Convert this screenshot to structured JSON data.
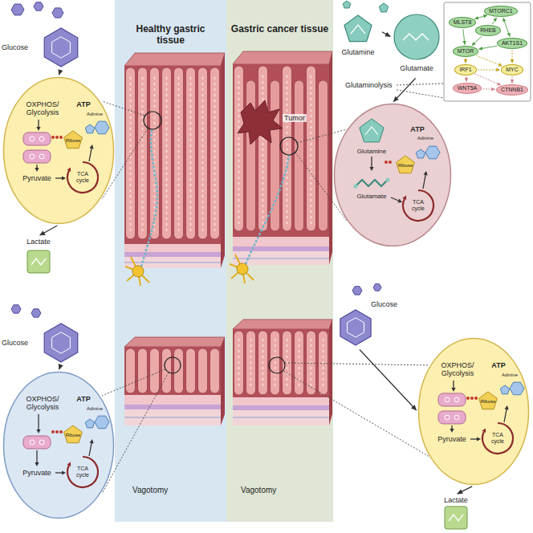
{
  "diagram": {
    "nodes": [
      {
        "text": [
          "Glucose"
        ]
      },
      {
        "text": [
          "OXPHOS/ Glycolysis",
          "ATP",
          "Adinine",
          "Ribose",
          "Pyruvate",
          "TCA cycle"
        ]
      },
      {
        "text": [
          "Lactate"
        ]
      },
      {
        "text": [
          "Healthy gastric tissue",
          "Vagotomy"
        ]
      },
      {
        "text": [
          "Gastric cancer tissue",
          "Vagotomy"
        ]
      },
      {
        "text": [
          "Glutamine"
        ]
      },
      {
        "text": [
          "Glutamate"
        ]
      },
      {
        "text": [
          "Glutamine",
          "ATP",
          "Adinine",
          "Ribose",
          "Glutamate",
          "TCA cycle"
        ]
      },
      {
        "text": [
          "MLST8"
        ]
      },
      {
        "text": [
          "MTORC1"
        ]
      },
      {
        "text": [
          "RHEB"
        ]
      },
      {
        "text": [
          "AKT1S1"
        ]
      },
      {
        "text": [
          "MTOR"
        ]
      },
      {
        "text": [
          "IRF1"
        ]
      },
      {
        "text": [
          "MYC"
        ]
      },
      {
        "text": [
          "WNT5A"
        ]
      },
      {
        "text": [
          "CTNNB1"
        ]
      },
      {
        "text": [
          "Glucose"
        ]
      },
      {
        "text": [
          "OXPHOS/ Glycolysis",
          "ATP",
          "Adinine",
          "Ribose",
          "Pyruvate",
          "TCA cycle"
        ]
      },
      {
        "text": [
          "Glucose"
        ]
      },
      {
        "text": [
          "OXPHOS/ Glycolysis",
          "ATP",
          "Adinine",
          "Ribose",
          "Pyruvate",
          "TCA cycle"
        ]
      },
      {
        "text": [
          "Lactate"
        ]
      }
    ],
    "edges": [
      {
        "from": 0,
        "to": 1,
        "arrow": "to"
      },
      {
        "from": 1,
        "to": 2,
        "arrow": "to"
      },
      {
        "from": 5,
        "to": 6,
        "arrow": "to"
      },
      {
        "from": 6,
        "to": 7,
        "label": "Glutaminolysis",
        "arrow": "to"
      },
      {
        "from": 8,
        "to": 9,
        "arrow": "both"
      },
      {
        "from": 9,
        "to": 11,
        "arrow": "both"
      },
      {
        "from": 10,
        "to": 9,
        "arrow": "to"
      },
      {
        "from": 8,
        "to": 12,
        "arrow": "to"
      },
      {
        "from": 10,
        "to": 12,
        "arrow": "to"
      },
      {
        "from": 11,
        "to": 12,
        "arrow": "to"
      },
      {
        "from": 12,
        "to": 13,
        "arrow": "to"
      },
      {
        "from": 12,
        "to": 14,
        "arrow": "to"
      },
      {
        "from": 13,
        "to": 14,
        "arrow": "to"
      },
      {
        "from": 11,
        "to": 14,
        "arrow": "to"
      },
      {
        "from": 13,
        "to": 15,
        "arrow": "to"
      },
      {
        "from": 14,
        "to": 16,
        "arrow": "to"
      },
      {
        "from": 15,
        "to": 16,
        "arrow": "to"
      },
      {
        "from": 13,
        "to": 16,
        "arrow": "to"
      },
      {
        "from": 17,
        "to": 18,
        "arrow": "to"
      },
      {
        "from": 19,
        "to": 20,
        "arrow": "to"
      },
      {
        "from": 20,
        "to": 21,
        "arrow": "to"
      }
    ],
    "labels": [
      "Tumor"
    ]
  }
}
